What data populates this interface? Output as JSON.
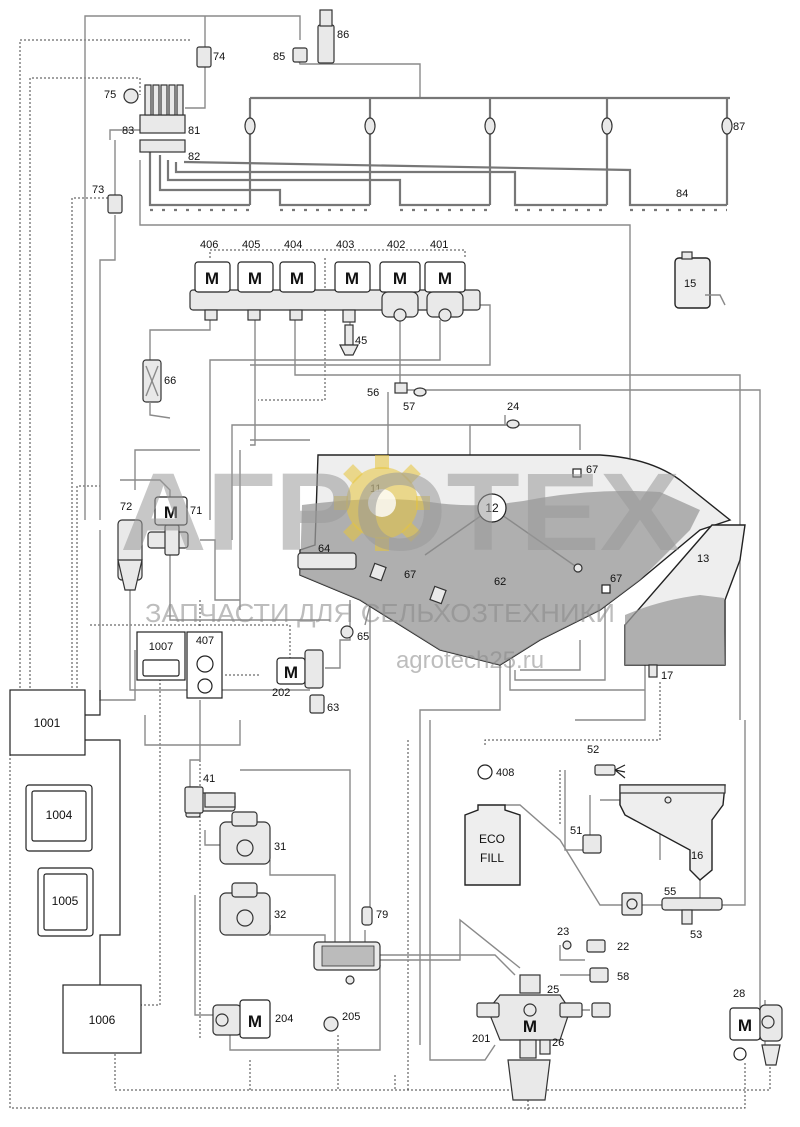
{
  "labels": {
    "l74": "74",
    "l86": "86",
    "l85": "85",
    "l75": "75",
    "l83": "83",
    "l81": "81",
    "l82": "82",
    "l87": "87",
    "l73": "73",
    "l84": "84",
    "l15": "15",
    "l406": "406",
    "l405": "405",
    "l404": "404",
    "l403": "403",
    "l402": "402",
    "l401": "401",
    "l45": "45",
    "l66": "66",
    "l56": "56",
    "l57": "57",
    "l24": "24",
    "l67a": "67",
    "l11": "11",
    "l12": "12",
    "l13": "13",
    "l72": "72",
    "l71": "71",
    "l64": "64",
    "l67b": "67",
    "l62": "62",
    "l67c": "67",
    "l65": "65",
    "l17": "17",
    "l202": "202",
    "l63": "63",
    "l408": "408",
    "l52": "52",
    "l41": "41",
    "l51": "51",
    "l16": "16",
    "l31": "31",
    "l55": "55",
    "l53": "53",
    "l32": "32",
    "l79": "79",
    "l23": "23",
    "l22": "22",
    "l58": "58",
    "l25": "25",
    "l28": "28",
    "l204": "204",
    "l205": "205",
    "l201": "201",
    "l26": "26"
  },
  "motor_letter": "M",
  "boxes": {
    "b1001": "1001",
    "b1004": "1004",
    "b1005": "1005",
    "b1006": "1006",
    "b1007": "1007",
    "b407": "407"
  },
  "eco_fill": {
    "line1": "ECO",
    "line2": "FILL"
  },
  "watermark": {
    "brand": "АГРОТЕХ",
    "subtitle": "ЗАПЧАСТИ ДЛЯ СЕЛЬХОЗТЕХНИКИ",
    "site": "agrotech25.ru"
  }
}
